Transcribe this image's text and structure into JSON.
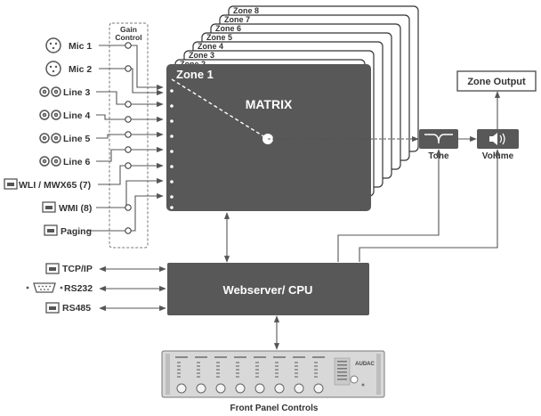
{
  "gain_control": {
    "line1": "Gain",
    "line2": "Control"
  },
  "inputs": [
    {
      "label": "Mic 1",
      "icon": "xlr-icon"
    },
    {
      "label": "Mic 2",
      "icon": "xlr-icon"
    },
    {
      "label": "Line 3",
      "icon": "rca-icon"
    },
    {
      "label": "Line 4",
      "icon": "rca-icon"
    },
    {
      "label": "Line 5",
      "icon": "rca-icon"
    },
    {
      "label": "Line 6",
      "icon": "rca-icon"
    },
    {
      "label": "WLI / MWX65 (7)",
      "icon": "network-port-icon"
    },
    {
      "label": "WMI (8)",
      "icon": "network-port-icon"
    },
    {
      "label": "Paging",
      "icon": "network-port-icon"
    }
  ],
  "zones": [
    "Zone 2",
    "Zone 3",
    "Zone 4",
    "Zone 5",
    "Zone 6",
    "Zone 7",
    "Zone 8"
  ],
  "matrix": {
    "zone_title": "Zone 1",
    "title": "MATRIX"
  },
  "tone": {
    "label": "Tone",
    "icon": "eq-curve-icon"
  },
  "volume": {
    "label": "Volume",
    "icon": "speaker-icon"
  },
  "zone_output": {
    "label": "Zone Output"
  },
  "cpu": {
    "label": "Webserver/ CPU"
  },
  "ports": [
    {
      "label": "TCP/IP",
      "icon": "network-port-icon"
    },
    {
      "label": "RS232",
      "icon": "serial-port-icon"
    },
    {
      "label": "RS485",
      "icon": "network-port-icon"
    }
  ],
  "front_panel": {
    "label": "Front Panel Controls",
    "brand": "AUDAC"
  },
  "colors": {
    "box": "#585858",
    "box_text": "#ffffff",
    "line": "#555555",
    "label": "#333333"
  }
}
